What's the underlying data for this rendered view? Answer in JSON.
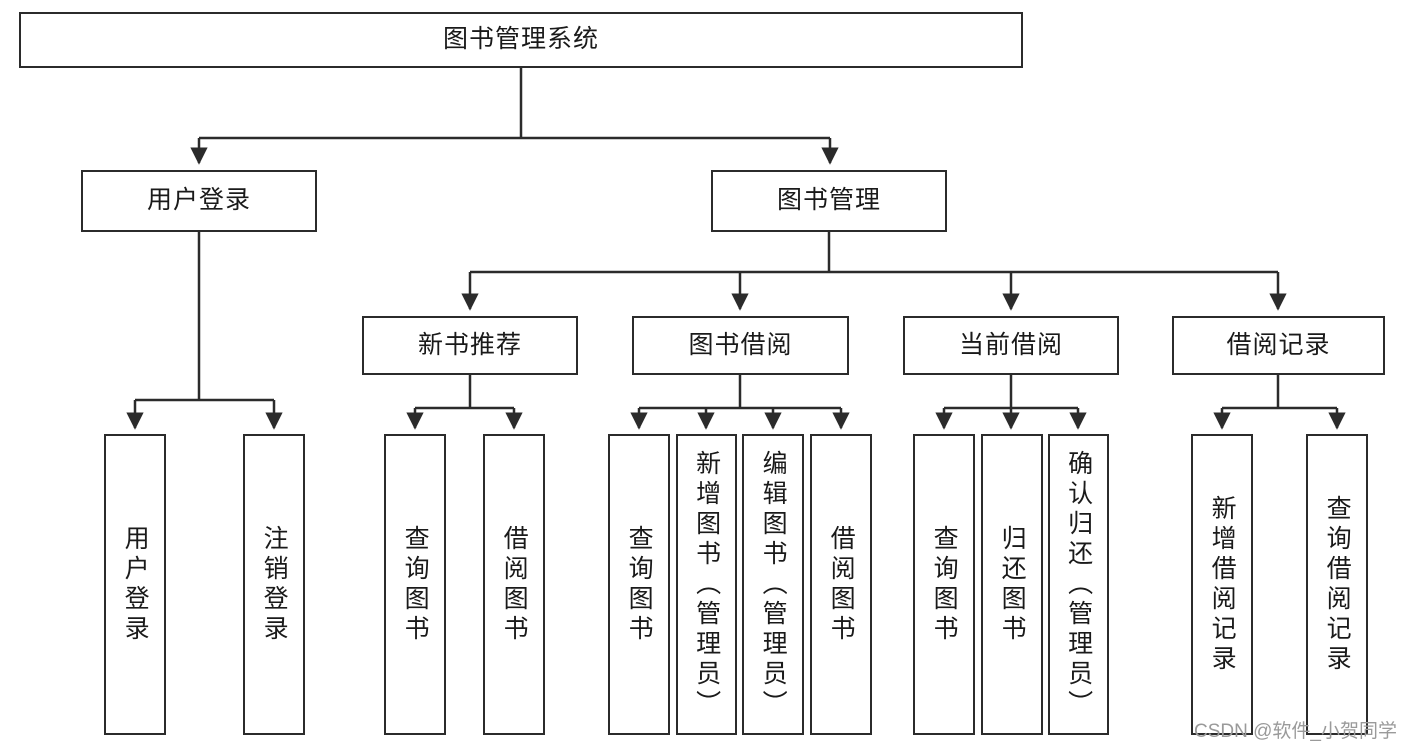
{
  "diagram": {
    "title": "图书管理系统",
    "type": "hierarchy-tree",
    "stroke_color": "#2b2b2b",
    "fill_color": "#ffffff",
    "text_color": "#1a1a1a"
  },
  "root": {
    "label": "图书管理系统"
  },
  "level2": [
    {
      "label": "用户登录"
    },
    {
      "label": "图书管理"
    }
  ],
  "level3": [
    {
      "label": "新书推荐"
    },
    {
      "label": "图书借阅"
    },
    {
      "label": "当前借阅"
    },
    {
      "label": "借阅记录"
    }
  ],
  "leaves": {
    "user_login": [
      {
        "label": "用户登录"
      },
      {
        "label": "注销登录"
      }
    ],
    "new_book_recommend": [
      {
        "label": "查询图书"
      },
      {
        "label": "借阅图书"
      }
    ],
    "book_borrow": [
      {
        "label": "查询图书"
      },
      {
        "label": "新增图书（管理员）"
      },
      {
        "label": "编辑图书（管理员）"
      },
      {
        "label": "借阅图书"
      }
    ],
    "current_borrow": [
      {
        "label": "查询图书"
      },
      {
        "label": "归还图书"
      },
      {
        "label": "确认归还（管理员）"
      }
    ],
    "borrow_record": [
      {
        "label": "新增借阅记录"
      },
      {
        "label": "查询借阅记录"
      }
    ]
  },
  "watermark": {
    "text": "CSDN @软件_小贺同学"
  }
}
